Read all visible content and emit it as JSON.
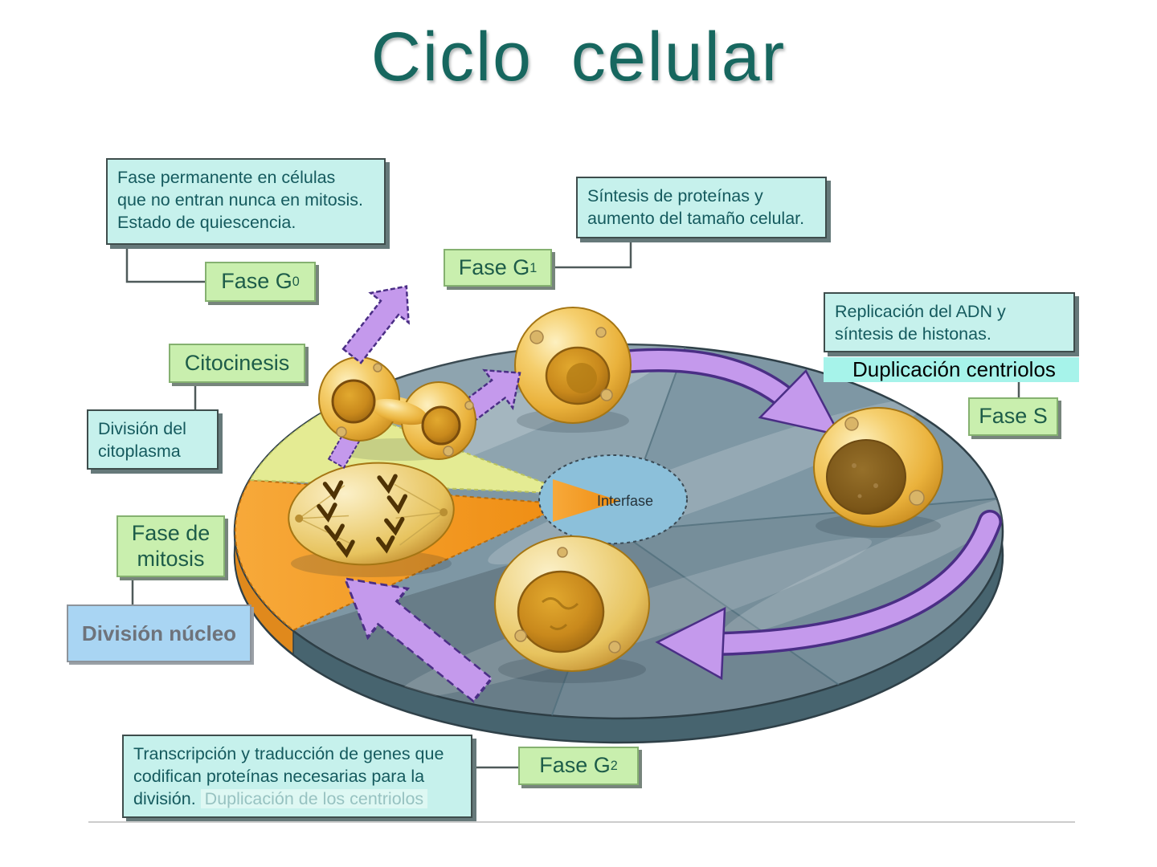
{
  "title": "Ciclo celular",
  "interfase": {
    "label": "Interfase"
  },
  "callouts": {
    "quiescencia": {
      "lines": [
        "Fase permanente en células",
        "que no entran nunca en mitosis.",
        "Estado de quiescencia."
      ]
    },
    "fase_g0": {
      "label": "Fase G",
      "sub": "0"
    },
    "citocinesis": {
      "label": "Citocinesis"
    },
    "division_citoplasma": {
      "lines": [
        "División del",
        "citoplasma"
      ]
    },
    "fase_mitosis": {
      "lines": [
        "Fase de",
        "mitosis"
      ]
    },
    "division_nucleo": {
      "label": "División núcleo"
    },
    "sintesis": {
      "lines": [
        "Síntesis de proteínas y",
        "aumento del tamaño celular."
      ]
    },
    "fase_g1": {
      "label": "Fase G",
      "sub": "1"
    },
    "replicacion": {
      "lines": [
        "Replicación del ADN y",
        "síntesis de histonas."
      ]
    },
    "duplicacion_centriolos": {
      "label": "Duplicación centriolos"
    },
    "fase_s": {
      "label": "Fase S"
    },
    "transcripcion": {
      "lines": [
        "Transcripción y traducción de genes que",
        "codifican proteínas necesarias para la"
      ],
      "last_line_start": "división.",
      "faded_remnant": "Duplicación de los centriolos"
    },
    "fase_g2": {
      "label": "Fase G",
      "sub": "2"
    }
  },
  "colors": {
    "title_teal": "#17675f",
    "cyan_box_bg": "#c6f1ec",
    "green_box_bg": "#c9efae",
    "blue_box_bg": "#a9d5f3",
    "highlight_bg": "#a6f3ea",
    "disc_top": "#7e97a4",
    "disc_rim": "#47646f",
    "mitosis_orange": "#f09a20",
    "citocinesis_yellow": "#e4eb93",
    "arrow_purple": "#c499ec",
    "arrow_outline": "#4a2e85",
    "cell_gold": "#eab23c"
  }
}
